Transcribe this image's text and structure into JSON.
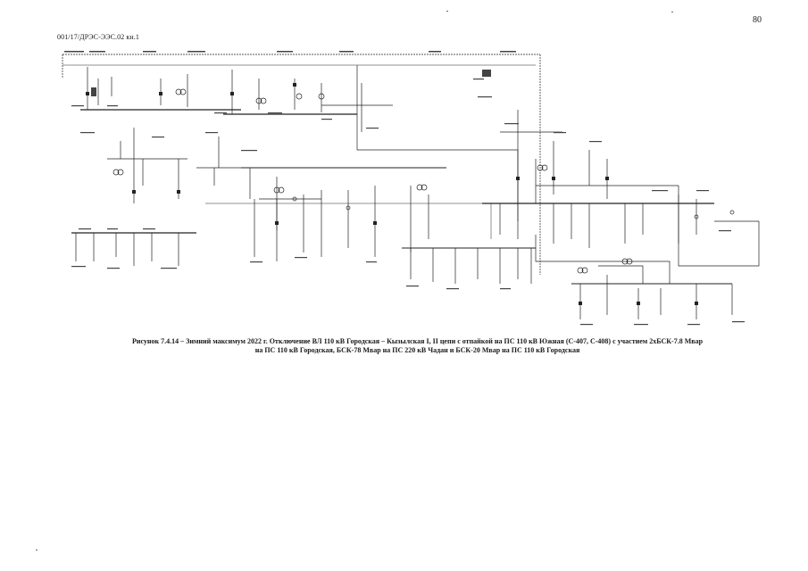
{
  "page": {
    "number": "80",
    "doc_code": "001/17/ДРЭС-ЭЭС.02  кн.1"
  },
  "caption": {
    "line1": "Рисунок 7.4.14 – Зимний максимум 2022 г. Отключение ВЛ 110 кВ Городская – Кызылская I, II цепи с отпайкой на ПС 110 кВ Южная (С-407, С-408) с участием 2хБСК-7.8 Мвар",
    "line2": "на ПС 110 кВ Городская, БСК-78 Мвар на ПС 220 кВ Чадан и БСК-20 Мвар на ПС 110 кВ Городская"
  },
  "colors": {
    "ink": "#1a1a1a",
    "paper": "#ffffff"
  }
}
